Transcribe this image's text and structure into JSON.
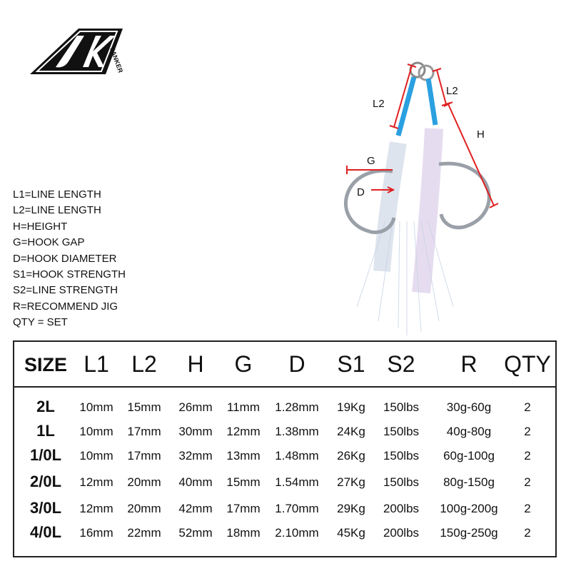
{
  "logo": {
    "text": "JK",
    "subtext": "JANKER"
  },
  "legend": [
    "L1=LINE LENGTH",
    "L2=LINE LENGTH",
    "H=HEIGHT",
    "G=HOOK GAP",
    "D=HOOK DIAMETER",
    "S1=HOOK STRENGTH",
    "S2=LINE STRENGTH",
    "R=RECOMMEND JIG",
    "QTY = SET"
  ],
  "diagram_labels": {
    "l2_left": "L2",
    "l2_right": "L2",
    "h": "H",
    "g": "G",
    "d": "D"
  },
  "colors": {
    "dimension_lines": "#e02020",
    "line": "#2aa0e0"
  },
  "table": {
    "headers": [
      "SIZE",
      "L1",
      "L2",
      "H",
      "G",
      "D",
      "S1",
      "S2",
      "R",
      "QTY"
    ],
    "rows": [
      [
        "2L",
        "10mm",
        "15mm",
        "26mm",
        "11mm",
        "1.28mm",
        "19Kg",
        "150lbs",
        "30g-60g",
        "2"
      ],
      [
        "1L",
        "10mm",
        "17mm",
        "30mm",
        "12mm",
        "1.38mm",
        "24Kg",
        "150lbs",
        "40g-80g",
        "2"
      ],
      [
        "1/0L",
        "10mm",
        "17mm",
        "32mm",
        "13mm",
        "1.48mm",
        "26Kg",
        "150lbs",
        "60g-100g",
        "2"
      ],
      [
        "2/0L",
        "12mm",
        "20mm",
        "40mm",
        "15mm",
        "1.54mm",
        "27Kg",
        "150lbs",
        "80g-150g",
        "2"
      ],
      [
        "3/0L",
        "12mm",
        "20mm",
        "42mm",
        "17mm",
        "1.70mm",
        "29Kg",
        "200lbs",
        "100g-200g",
        "2"
      ],
      [
        "4/0L",
        "16mm",
        "22mm",
        "52mm",
        "18mm",
        "2.10mm",
        "45Kg",
        "200lbs",
        "150g-250g",
        "2"
      ]
    ]
  }
}
